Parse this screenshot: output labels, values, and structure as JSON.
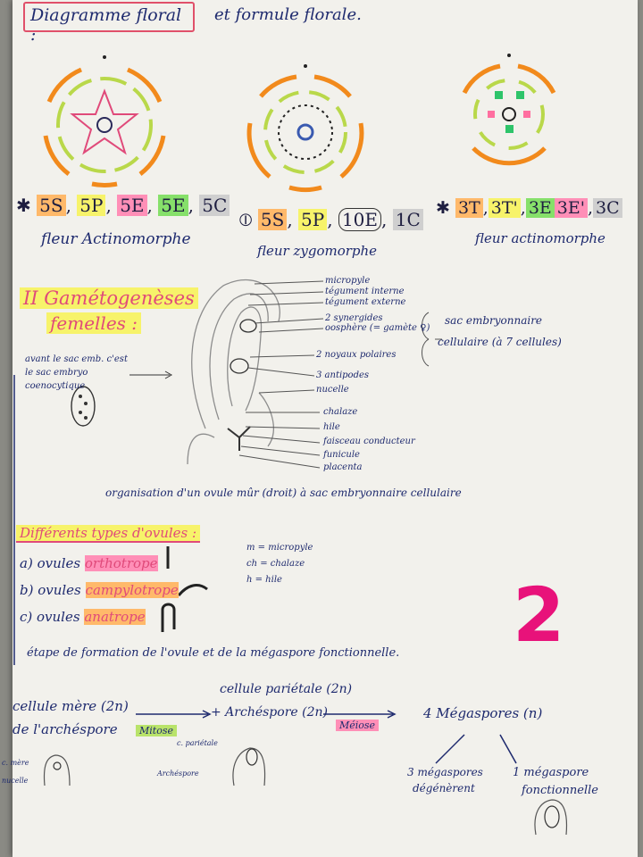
{
  "title": {
    "boxed": "Diagramme floral :",
    "rest": "et formule florale."
  },
  "diagrams": [
    {
      "symbol": "✱",
      "parts": [
        "5S",
        "5P",
        "5E",
        "5E",
        "5C"
      ],
      "caption": "fleur Actinomorphe"
    },
    {
      "symbol": "⦶",
      "parts": [
        "5S",
        "5P",
        "10E",
        "1C"
      ],
      "caption": "fleur zygomorphe"
    },
    {
      "symbol": "✱",
      "parts": [
        "3T",
        "3T'",
        "3E",
        "3E'",
        "3C"
      ],
      "caption": "fleur actinomorphe"
    }
  ],
  "section2": {
    "heading_line1": "II Gamétogenèses",
    "heading_line2": "femelles :",
    "note": "avant le sac emb. c'est le sac embryo coenocytique",
    "labels": [
      "micropyle",
      "tégument interne",
      "tégument externe",
      "2 synergides",
      "oosphère (= gamète ♀)",
      "2 noyaux polaires",
      "3 antipodes",
      "nucelle",
      "chalaze",
      "hile",
      "faisceau conducteur",
      "funicule",
      "placenta"
    ],
    "sac_label_line1": "sac embryonnaire",
    "sac_label_line2": "cellulaire (à 7 cellules)",
    "caption": "organisation d'un ovule mûr (droit) à sac embryonnaire cellulaire"
  },
  "ovules": {
    "heading": "Différents types d'ovules :",
    "types": [
      {
        "prefix": "a) ovules",
        "name": "orthotrope"
      },
      {
        "prefix": "b) ovules",
        "name": "campylotrope"
      },
      {
        "prefix": "c) ovules",
        "name": "anatrope"
      }
    ],
    "legend": [
      "m = micropyle",
      "ch = chalaze",
      "h = hile"
    ]
  },
  "page_number": "2",
  "formation": {
    "heading": "étape de formation de l'ovule et de la mégaspore fonctionnelle.",
    "step1_line1": "cellule mère (2n)",
    "step1_line2": "de l'archéspore",
    "mitose": "Mitose",
    "step2_line1": "cellule pariétale (2n)",
    "step2_line2": "+ Archéspore (2n)",
    "meiose": "Méiose",
    "result": "4 Mégaspores (n)",
    "deg_line1": "3 mégaspores",
    "deg_line2": "dégénèrent",
    "fct_line1": "1 mégaspore",
    "fct_line2": "fonctionnelle",
    "small_labels": [
      "c. mère",
      "nucelle",
      "c. pariétale",
      "Archéspore"
    ]
  },
  "colors": {
    "ink": "#1e2a6e",
    "orange": "#ffb96a",
    "yellow": "#f7f36a",
    "green": "#86e06a",
    "pink": "#ff8fb7",
    "page_number": "#e8127a"
  }
}
